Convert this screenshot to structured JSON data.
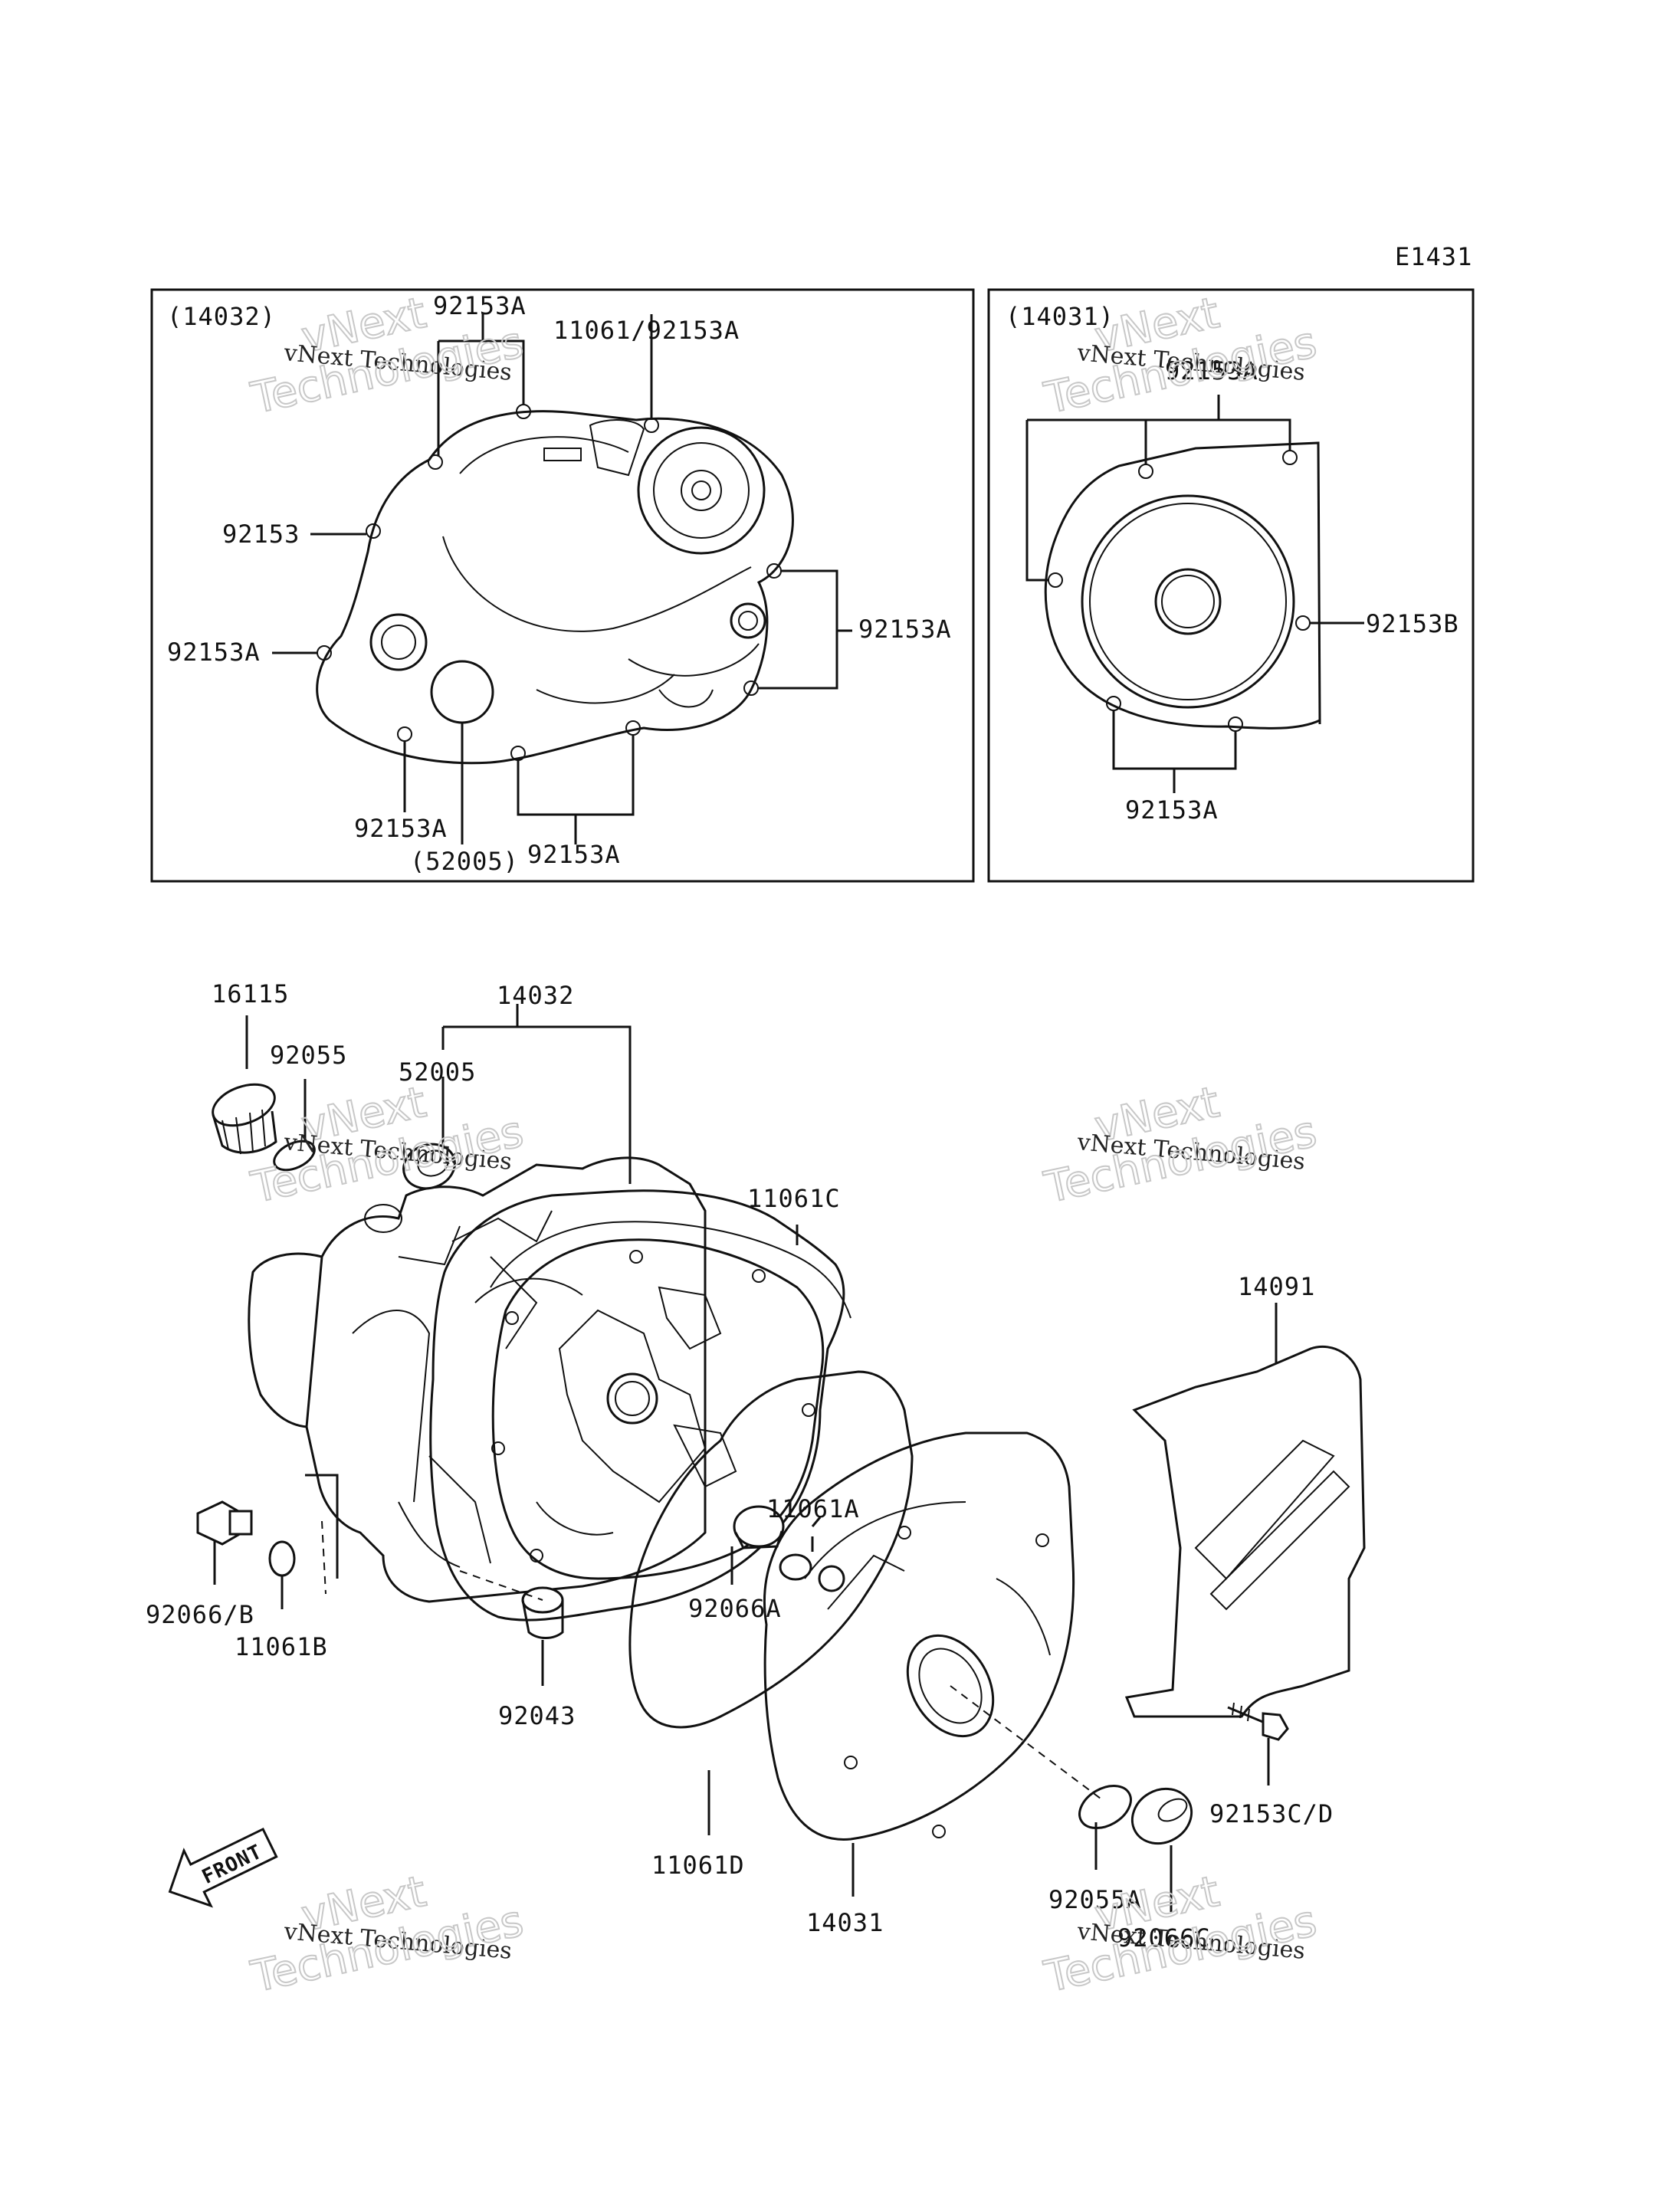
{
  "diagram_code": "E1431",
  "box_left": {
    "title": "(14032)",
    "labels": {
      "top_a": "92153A",
      "top_b": "11061/92153A",
      "left_1": "92153",
      "left_2": "92153A",
      "right": "92153A",
      "bottom_1": "92153A",
      "bottom_2": "(52005)",
      "bottom_3": "92153A"
    }
  },
  "box_right": {
    "title": "(14031)",
    "labels": {
      "top": "92153A",
      "right": "92153B",
      "bottom": "92153A"
    }
  },
  "main": {
    "labels": {
      "p16115": "16115",
      "p92055": "92055",
      "p52005": "52005",
      "p14032": "14032",
      "p11061c": "11061C",
      "p14091": "14091",
      "p11061a": "11061A",
      "p92066a": "92066A",
      "p92066b": "92066/B",
      "p11061b": "11061B",
      "p92043": "92043",
      "p11061d": "11061D",
      "p14031": "14031",
      "p92055a": "92055A",
      "p92066c": "92066C",
      "p92153cd": "92153C/D",
      "front": "FRONT"
    }
  },
  "watermark": {
    "line1": "vNext",
    "line2": "vNext Technologies",
    "line3": "Technologies"
  }
}
